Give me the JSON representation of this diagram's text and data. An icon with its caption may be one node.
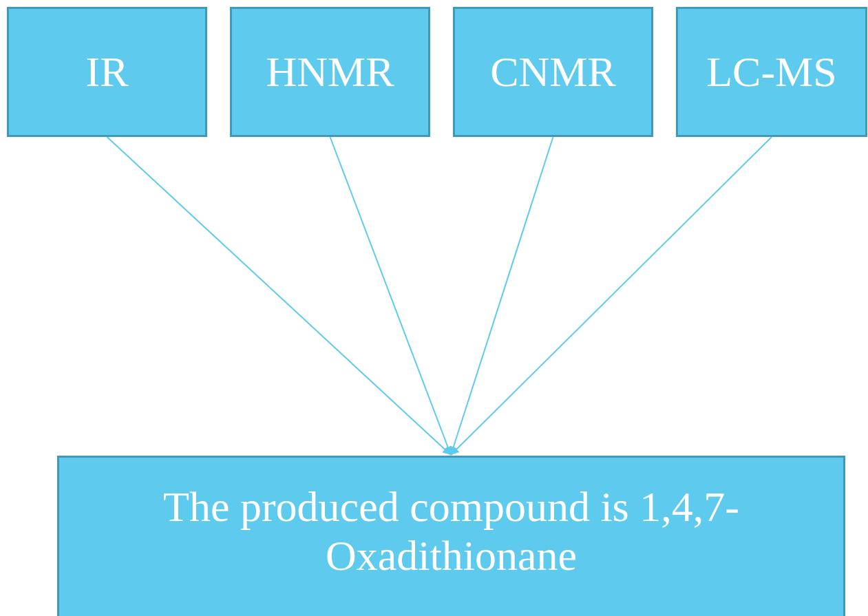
{
  "diagram": {
    "nodes": [
      {
        "text": [
          "IR"
        ]
      },
      {
        "text": [
          "HNMR"
        ]
      },
      {
        "text": [
          "CNMR"
        ]
      },
      {
        "text": [
          "LC-MS"
        ]
      },
      {
        "text": [
          "The produced compound is 1,4,7-Oxadithionane"
        ]
      }
    ],
    "edges": [
      {
        "from": 0,
        "to": 4,
        "arrow": "to"
      },
      {
        "from": 1,
        "to": 4,
        "arrow": "to"
      },
      {
        "from": 2,
        "to": 4,
        "arrow": "to"
      },
      {
        "from": 3,
        "to": 4,
        "arrow": "to"
      }
    ]
  }
}
